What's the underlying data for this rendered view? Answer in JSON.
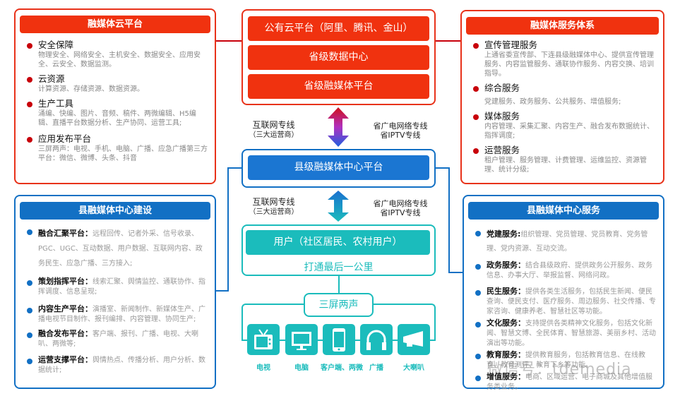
{
  "cloud_panel": {
    "title": "融媒体云平台",
    "items": [
      {
        "title": "安全保障",
        "desc": "物理安全、网络安全、主机安全、数据安全、应用安全、云安全、数据监测。"
      },
      {
        "title": "云资源",
        "desc": "计算资源、存储资源、数据资源。"
      },
      {
        "title": "生产工具",
        "desc": "涌编、快编、图片、音频、稿件、两微编辑、H5编辑、直播平台数据分析、生产协同、运营工具;"
      },
      {
        "title": "应用发布平台",
        "desc": "三屏两声：电视、手机、电脑、广播、应急广播第三方平台：微信、微博、头条、抖音"
      }
    ]
  },
  "center_top": {
    "buttons": [
      "公有云平台（阿里、腾讯、金山）",
      "省级数据中心",
      "省级融媒体平台"
    ]
  },
  "service_panel": {
    "title": "融媒体服务体系",
    "items": [
      {
        "title": "宣传管理服务",
        "desc": "上通省委宣传部、下连县级融媒体中心、提供宣传管理服务、内容监管服务、通联协作服务、内容交换、培训指导。"
      },
      {
        "title": "综合服务",
        "desc": "党建服务、政务服务、公共服务、增值服务;"
      },
      {
        "title": "媒体服务",
        "desc": "内容管理、采集汇聚、内容生产、融合发布数据统计、指挥调度;"
      },
      {
        "title": "运营服务",
        "desc": "租户管理、服务管理、计费管理、运维监控、资源管理、统计分级;"
      }
    ]
  },
  "links": {
    "upper_left": [
      "互联网专线",
      "（三大运营商）"
    ],
    "upper_right": [
      "省广电网络专线",
      "省IPTV专线"
    ],
    "lower_left": [
      "互联网专线",
      "（三大运营商）"
    ],
    "lower_right": [
      "省广电网络专线",
      "省IPTV专线"
    ]
  },
  "county_platform": "县级融媒体中心平台",
  "users": {
    "label": "用户（社区居民、农村用户）",
    "slogan": "打通最后一公里"
  },
  "screens": {
    "title": "三屏两声",
    "devices": [
      {
        "icon": "tv-icon",
        "label": "电视"
      },
      {
        "icon": "monitor-icon",
        "label": "电脑"
      },
      {
        "icon": "phone-icon",
        "label": "客户端、两微"
      },
      {
        "icon": "headphones-icon",
        "label": "广播"
      },
      {
        "icon": "megaphone-icon",
        "label": "大喇叭"
      }
    ]
  },
  "build_panel": {
    "title": "县融媒体中心建设",
    "items": [
      {
        "title": "融合汇聚平台：",
        "desc": "远程回传、记者外采、信号收录、PGC、UGC、互动数据、用户数据、互联网内容、政务民生、应急广播、三方接入;"
      },
      {
        "title": "策划指挥平台：",
        "desc": "线索汇聚、舆情监控、通联协作、指挥调度、信息呈现;"
      },
      {
        "title": "内容生产平台：",
        "desc": "演播室、新闻制作、新媒体生产、广播电视节目制作、报刊编排、内容管理、协同生产;"
      },
      {
        "title": "融合发布平台：",
        "desc": "客户端、报刊、广播、电视、大喇叭、两微等;"
      },
      {
        "title": "运营支撑平台：",
        "desc": "舆情热点、传播分析、用户分析、数据统计;"
      }
    ]
  },
  "county_service_panel": {
    "title": "县融媒体中心服务",
    "items": [
      {
        "title": "党建服务:",
        "desc": "组织管理、党员管理、党员教育、党务管理、党内资源、互动交流。"
      },
      {
        "title": "政务服务：",
        "desc": "结合县级政府、提供政务公开服务、政务信息、办事大厅、举报监督、网络问政。"
      },
      {
        "title": "民生服务：",
        "desc": "提供各类生活服务，包括民生新闻、便民查询、便民支付、医疗服务、周边服务、社交传播、专家咨询、健康养老、智慧社区等功能。"
      },
      {
        "title": "文化服务：",
        "desc": "支持提供各类精神文化服务，包括文化新闻、智慧文博、全民体育、智慧旅游、美丽乡村、活动演出等功能。"
      },
      {
        "title": "教育服务：",
        "desc": "提供教育服务，包括教育信息、在线教育、教育测评、教育下乡等功能。"
      },
      {
        "title": "增值服务：",
        "desc": "电商、区域运营、电子商城及其他增值服务类业务。"
      }
    ]
  },
  "watermark": "微信号：tdemedia",
  "colors": {
    "red": "#f0320f",
    "blue": "#1270c4",
    "teal": "#1bbcbc"
  }
}
